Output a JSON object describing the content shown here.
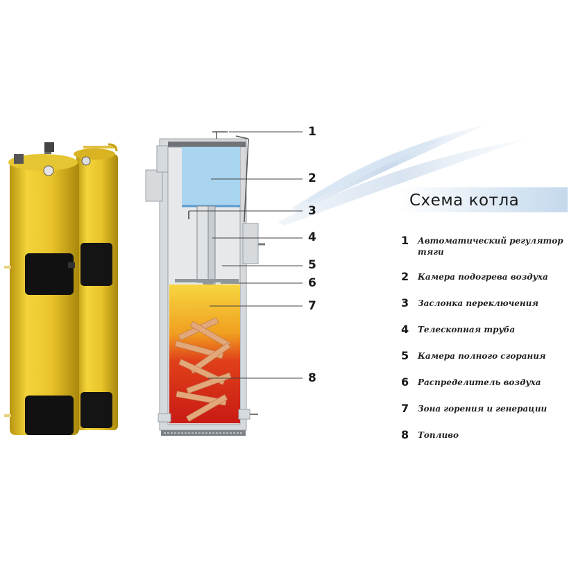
{
  "title": "Схема котла",
  "callouts": [
    "1",
    "2",
    "3",
    "4",
    "5",
    "6",
    "7",
    "8"
  ],
  "legend": [
    {
      "num": "1",
      "text": "Автоматический регулятор тяги"
    },
    {
      "num": "2",
      "text": "Камера подогрева воздуха"
    },
    {
      "num": "3",
      "text": "Заслонка переключения"
    },
    {
      "num": "4",
      "text": "Телескопная труба"
    },
    {
      "num": "5",
      "text": "Камера полного сгорания"
    },
    {
      "num": "6",
      "text": "Распределитель воздуха"
    },
    {
      "num": "7",
      "text": "Зона горения и генерации"
    },
    {
      "num": "8",
      "text": "Топливо"
    }
  ],
  "colors": {
    "boiler_body": "#e8c22a",
    "boiler_door": "#111111",
    "air_chamber": "#a9d5f0",
    "combustion_zone": "#f2b02a",
    "fuel_zone": "#d8261a",
    "fuel_wood": "#e0a070",
    "swoosh": "#b9cfe6",
    "title_bar": "#cfdff0"
  }
}
